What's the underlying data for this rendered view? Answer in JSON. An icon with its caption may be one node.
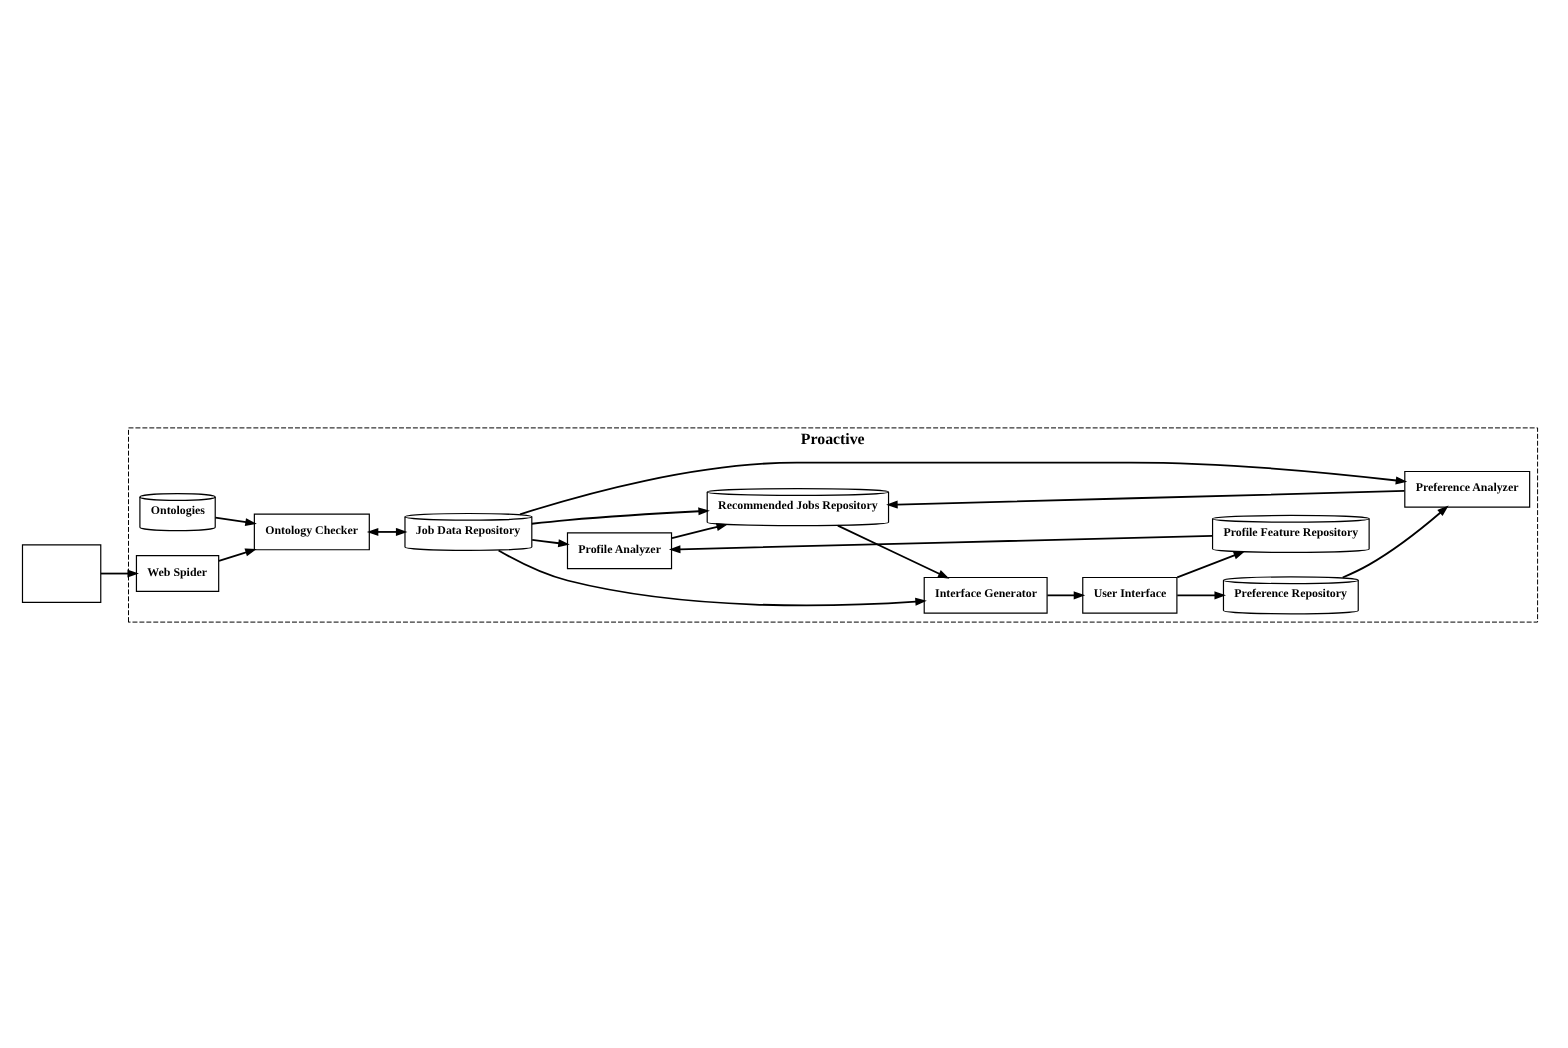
{
  "diagram": {
    "nodes": [
      {
        "text": [
          "Proactive"
        ]
      },
      {
        "text": [
          "Profile Analyzer"
        ],
        "in": 0
      },
      {
        "text": [
          "Profile Feature Repository"
        ],
        "in": 0
      },
      {
        "text": [
          "User Interface"
        ],
        "in": 0
      },
      {
        "text": [
          "Job Data Repository"
        ],
        "in": 0
      },
      {
        "text": [
          "Preference Analyzer"
        ],
        "in": 0
      },
      {
        "text": [
          "Preference Repository"
        ],
        "in": 0
      },
      {
        "text": [
          "Ontologies"
        ],
        "in": 0
      },
      {
        "text": [
          "Ontology Checker"
        ],
        "in": 0
      },
      {
        "text": [
          "Recommended Jobs Repository"
        ],
        "in": 0
      },
      {
        "text": [
          "Web Spider"
        ],
        "in": 0
      },
      {
        "text": [
          "Interface Generator"
        ],
        "in": 0
      },
      {
        "text": [],
        "shape": "box"
      }
    ],
    "edges": [
      {
        "from": 12,
        "to": 10,
        "arrow": "to"
      },
      {
        "from": 10,
        "to": 8,
        "arrow": "to"
      },
      {
        "from": 7,
        "to": 8,
        "arrow": "to"
      },
      {
        "from": 8,
        "to": 4,
        "arrow": "both"
      },
      {
        "from": 4,
        "to": 1,
        "arrow": "to"
      },
      {
        "from": 4,
        "to": 5,
        "arrow": "to"
      },
      {
        "from": 4,
        "to": 9,
        "arrow": "to"
      },
      {
        "from": 4,
        "to": 11,
        "arrow": "to"
      },
      {
        "from": 2,
        "to": 1,
        "arrow": "to"
      },
      {
        "from": 6,
        "to": 5,
        "arrow": "to"
      },
      {
        "from": 3,
        "to": 2,
        "arrow": "to"
      },
      {
        "from": 3,
        "to": 6,
        "arrow": "to"
      },
      {
        "from": 1,
        "to": 9,
        "arrow": "to"
      },
      {
        "from": 5,
        "to": 9,
        "arrow": "to"
      },
      {
        "from": 9,
        "to": 11,
        "arrow": "to"
      },
      {
        "from": 11,
        "to": 3,
        "arrow": "to"
      }
    ]
  }
}
